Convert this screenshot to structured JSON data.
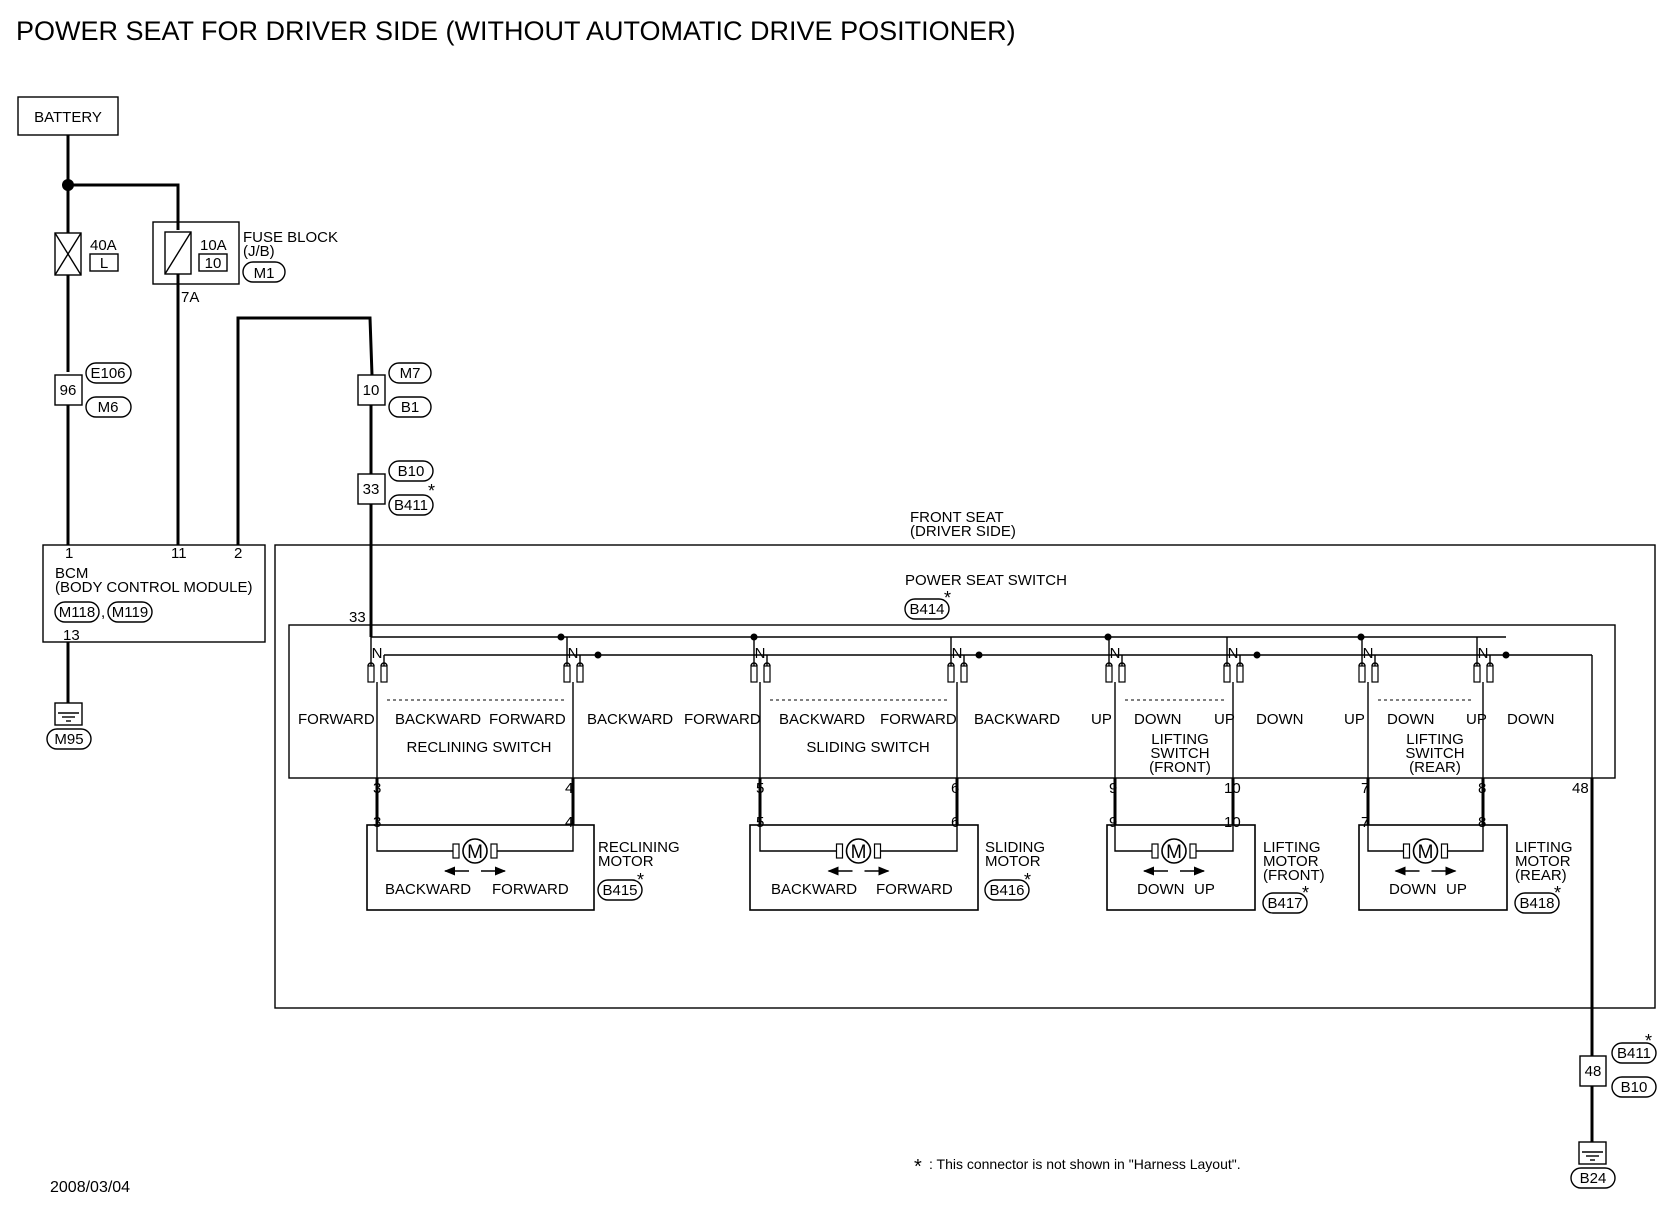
{
  "title": "POWER SEAT FOR DRIVER SIDE (WITHOUT AUTOMATIC DRIVE POSITIONER)",
  "date": "2008/03/04",
  "footnote": ": This connector is not shown in \"Harness Layout\".",
  "star": "*",
  "battery": {
    "label": "BATTERY"
  },
  "fuse_40a": {
    "rating": "40A",
    "code": "L"
  },
  "fuse_10a": {
    "rating": "10A",
    "code": "10",
    "pin": "7A"
  },
  "fuse_block": {
    "line1": "FUSE BLOCK",
    "line2": "(J/B)",
    "connector": "M1"
  },
  "conn_96": {
    "pin": "96",
    "top": "E106",
    "bottom": "M6"
  },
  "conn_10": {
    "pin": "10",
    "top": "M7",
    "bottom": "B1"
  },
  "conn_33": {
    "pin": "33",
    "top": "B10",
    "bottom": "B411"
  },
  "conn_48": {
    "pin": "48",
    "top": "B411",
    "bottom": "B10"
  },
  "bcm": {
    "line1": "BCM",
    "line2": "(BODY CONTROL MODULE)",
    "conn_a": "M118",
    "conn_b": "M119",
    "sep": ",",
    "pins": {
      "p1": "1",
      "p11": "11",
      "p2": "2",
      "p13": "13"
    }
  },
  "grounds": {
    "left": "M95",
    "right": "B24"
  },
  "front_seat": {
    "line1": "FRONT SEAT",
    "line2": "(DRIVER SIDE)"
  },
  "power_seat_switch": {
    "label": "POWER SEAT SWITCH",
    "connector": "B414",
    "pin_in": "33",
    "pin_gnd": "48"
  },
  "neutral": "N",
  "switches": {
    "reclining": {
      "name": "RECLINING SWITCH",
      "l_left": "FORWARD",
      "l_mid1": "BACKWARD",
      "l_mid2": "FORWARD",
      "l_right": "BACKWARD",
      "pin_a": "3",
      "pin_b": "4"
    },
    "sliding": {
      "name": "SLIDING SWITCH",
      "l_left": "FORWARD",
      "l_mid1": "BACKWARD",
      "l_mid2": "FORWARD",
      "l_right": "BACKWARD",
      "pin_a": "5",
      "pin_b": "6"
    },
    "lift_front": {
      "name1": "LIFTING",
      "name2": "SWITCH",
      "name3": "(FRONT)",
      "l_left": "UP",
      "l_mid1": "DOWN",
      "l_mid2": "UP",
      "l_right": "DOWN",
      "pin_a": "9",
      "pin_b": "10"
    },
    "lift_rear": {
      "name1": "LIFTING",
      "name2": "SWITCH",
      "name3": "(REAR)",
      "l_left": "UP",
      "l_mid1": "DOWN",
      "l_mid2": "UP",
      "l_right": "DOWN",
      "pin_a": "7",
      "pin_b": "8"
    }
  },
  "motor_symbol": "M",
  "motors": {
    "reclining": {
      "line1": "RECLINING",
      "line2": "MOTOR",
      "connector": "B415",
      "dir_left": "BACKWARD",
      "dir_right": "FORWARD"
    },
    "sliding": {
      "line1": "SLIDING",
      "line2": "MOTOR",
      "connector": "B416",
      "dir_left": "BACKWARD",
      "dir_right": "FORWARD"
    },
    "lift_front": {
      "line1": "LIFTING",
      "line2": "MOTOR",
      "line3": "(FRONT)",
      "connector": "B417",
      "dir_left": "DOWN",
      "dir_right": "UP"
    },
    "lift_rear": {
      "line1": "LIFTING",
      "line2": "MOTOR",
      "line3": "(REAR)",
      "connector": "B418",
      "dir_left": "DOWN",
      "dir_right": "UP"
    }
  }
}
